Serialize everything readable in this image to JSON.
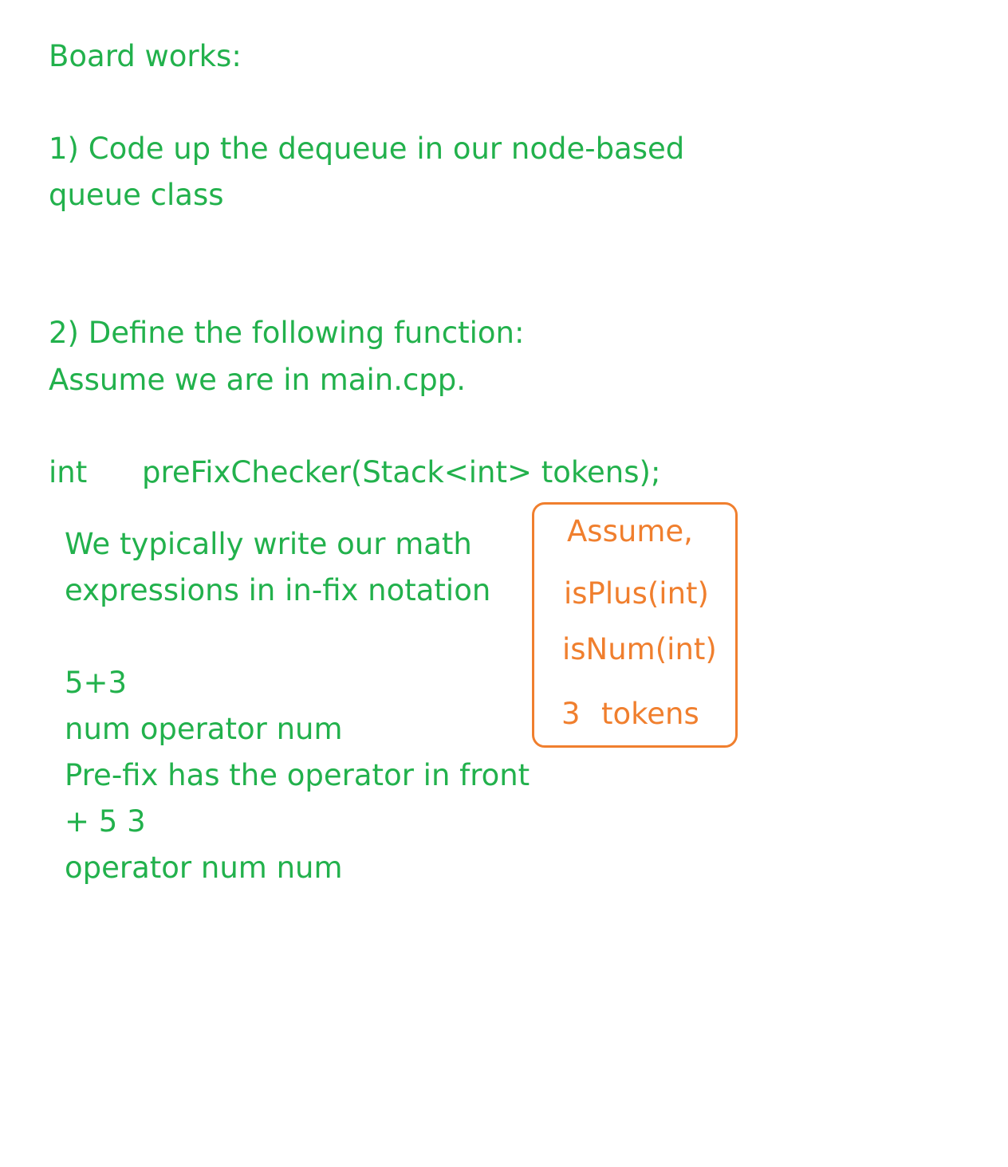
{
  "heading": "Board works:",
  "task1": {
    "line1": "1) Code up the dequeue in our node-based",
    "line2": "queue class"
  },
  "task2": {
    "line1": "2) Define the following function:",
    "line2": "Assume we are in main.cpp."
  },
  "signature": {
    "return_type": "int",
    "declaration": "preFixChecker(Stack<int> tokens);"
  },
  "notes": {
    "line1": "We typically write our math",
    "line2": "expressions in in-fix notation",
    "infix_example": "5+3",
    "infix_pattern": "num operator num",
    "prefix_desc": "Pre-fix has the operator in front",
    "prefix_example": "+ 5 3",
    "prefix_pattern": "operator num num"
  },
  "assumptions": {
    "title": "Assume,",
    "item1": "isPlus(int)",
    "item2": "isNum(int)",
    "item3_num": "3",
    "item3_label": "tokens"
  },
  "colors": {
    "text": "#22b14c",
    "annotation": "#f07f2e",
    "background": "#ffffff"
  }
}
